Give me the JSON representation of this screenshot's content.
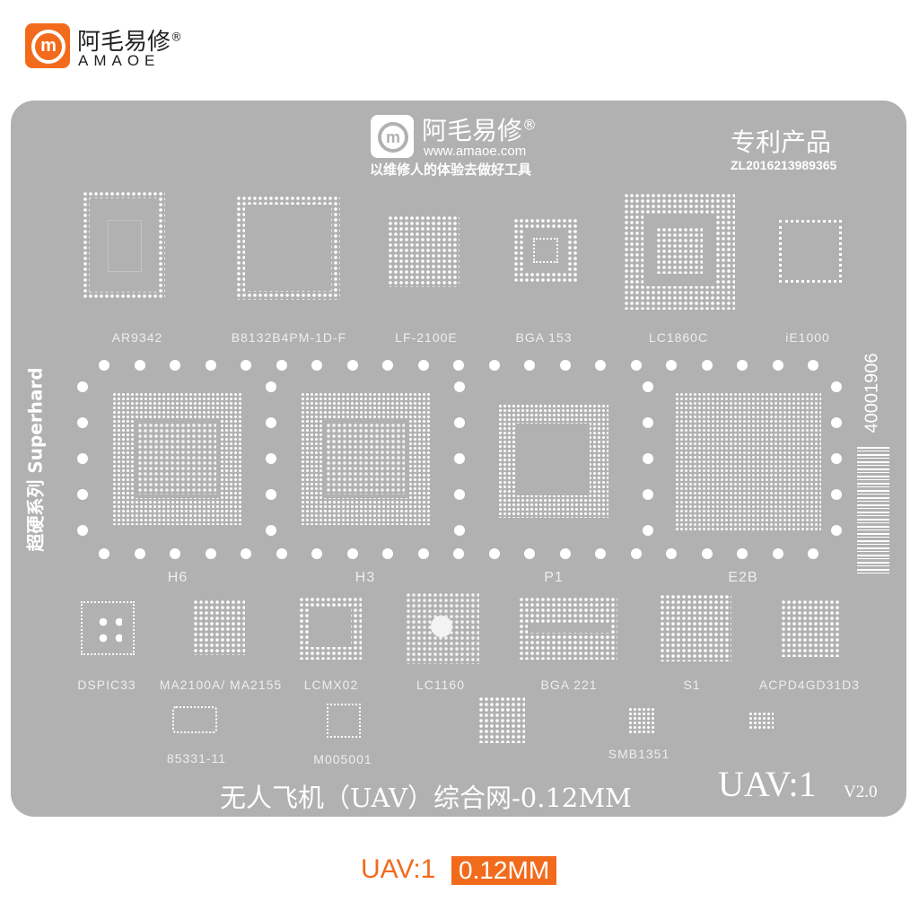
{
  "header": {
    "brand_cn": "阿毛易修",
    "registered": "®",
    "brand_en": "AMAOE",
    "logo_letter": "m"
  },
  "stencil": {
    "brand_cn": "阿毛易修",
    "registered": "®",
    "url": "www.amaoe.com",
    "slogan": "以维修人的体验去做好工具",
    "patent_label": "专利产品",
    "patent_no": "ZL2016213989365",
    "side_left": "超硬系列 Superhard",
    "side_right": "40001906",
    "title": "无人飞机（UAV）综合网-0.12MM",
    "model": "UAV:1",
    "version": "V2.0",
    "chips_row1": [
      "AR9342",
      "B8132B4PM-1D-F",
      "LF-2100E",
      "BGA 153",
      "LC1860C",
      "iE1000"
    ],
    "chips_row2": [
      "H6",
      "H3",
      "P1",
      "E2B"
    ],
    "chips_row3": [
      "DSPIC33",
      "MA2100A/ MA2155",
      "LCMX02",
      "LC1160",
      "BGA 221",
      "S1",
      "ACPD4GD31D3"
    ],
    "chips_row4": [
      "85331-11",
      "M005001",
      "SMB1351"
    ]
  },
  "footer": {
    "model": "UAV:1",
    "thickness": "0.12MM",
    "accent": "#f26b1d"
  }
}
